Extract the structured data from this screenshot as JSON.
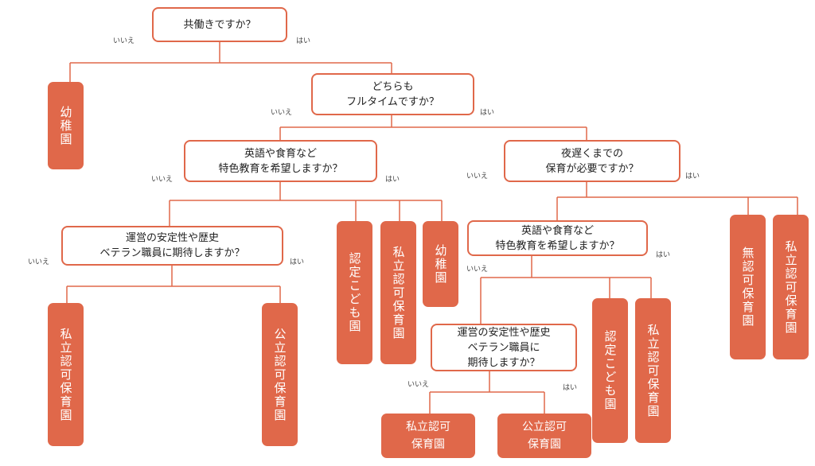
{
  "colors": {
    "accent": "#e0684a",
    "line": "#e0684a",
    "question_fill": "#ffffff"
  },
  "edge_labels": {
    "no": "いいえ",
    "yes": "はい"
  },
  "questions": {
    "q1": "共働きですか？",
    "q2": "どちらも\nフルタイムですか？",
    "q3": "英語や食育など\n特色教育を希望しますか？",
    "q4": "夜遅くまでの\n保育が必要ですか？",
    "q5": "運営の安定性や歴史\nベテラン職員に期待しますか？",
    "q6": "英語や食育など\n特色教育を希望しますか？",
    "q7": "運営の安定性や歴史\nベテラン職員に\n期待しますか？"
  },
  "results": {
    "r_kindergarten_1": "幼稚園",
    "r_nintei_1": "認定こども園",
    "r_shiritsu_1": "私立認可保育園",
    "r_kindergarten_2": "幼稚園",
    "r_shiritsu_2": "私立認可保育園",
    "r_kouritsu_1": "公立認可保育園",
    "r_nintei_2": "認定こども園",
    "r_shiritsu_3": "私立認可保育園",
    "r_muninka": "無認可保育園",
    "r_shiritsu_4": "私立認可保育園",
    "r_shiritsu_5": "私立認可\n保育園",
    "r_kouritsu_2": "公立認可\n保育園"
  }
}
